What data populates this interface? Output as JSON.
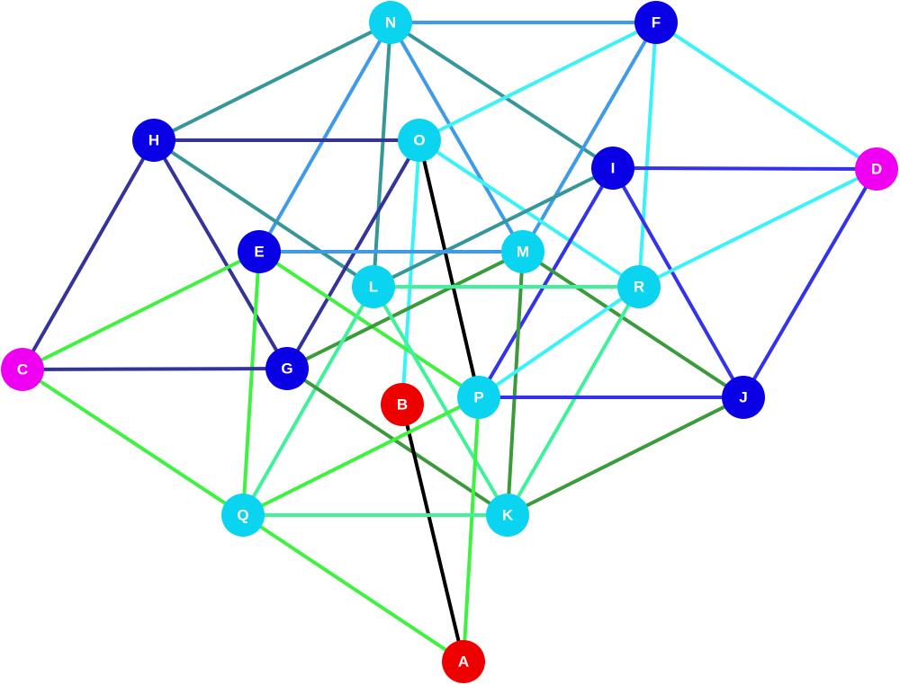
{
  "graph": {
    "nodes": [
      {
        "id": "N",
        "label": "N",
        "color": "#0bd4f0"
      },
      {
        "id": "F",
        "label": "F",
        "color": "#0a00e6"
      },
      {
        "id": "H",
        "label": "H",
        "color": "#0a00e6"
      },
      {
        "id": "O",
        "label": "O",
        "color": "#0bd4f0"
      },
      {
        "id": "I",
        "label": "I",
        "color": "#0a00e6"
      },
      {
        "id": "D",
        "label": "D",
        "color": "#f000f0"
      },
      {
        "id": "E",
        "label": "E",
        "color": "#0a00e6"
      },
      {
        "id": "M",
        "label": "M",
        "color": "#0bd4f0"
      },
      {
        "id": "L",
        "label": "L",
        "color": "#0bd4f0"
      },
      {
        "id": "R",
        "label": "R",
        "color": "#0bd4f0"
      },
      {
        "id": "C",
        "label": "C",
        "color": "#f000f0"
      },
      {
        "id": "G",
        "label": "G",
        "color": "#0a00e6"
      },
      {
        "id": "B",
        "label": "B",
        "color": "#ee0000"
      },
      {
        "id": "P",
        "label": "P",
        "color": "#0bd4f0"
      },
      {
        "id": "J",
        "label": "J",
        "color": "#0a00e6"
      },
      {
        "id": "Q",
        "label": "Q",
        "color": "#0bd4f0"
      },
      {
        "id": "K",
        "label": "K",
        "color": "#0bd4f0"
      },
      {
        "id": "A",
        "label": "A",
        "color": "#ee0000"
      }
    ],
    "edges": [
      {
        "from": "N",
        "to": "F",
        "color": "#3f9be8"
      },
      {
        "from": "N",
        "to": "H",
        "color": "#35979a"
      },
      {
        "from": "N",
        "to": "E",
        "color": "#3f9be8"
      },
      {
        "from": "N",
        "to": "L",
        "color": "#35979a"
      },
      {
        "from": "N",
        "to": "M",
        "color": "#3f9be8"
      },
      {
        "from": "N",
        "to": "I",
        "color": "#35979a"
      },
      {
        "from": "F",
        "to": "O",
        "color": "#39f3f8"
      },
      {
        "from": "F",
        "to": "M",
        "color": "#3f9be8"
      },
      {
        "from": "F",
        "to": "R",
        "color": "#39f3f8"
      },
      {
        "from": "F",
        "to": "D",
        "color": "#39f3f8"
      },
      {
        "from": "H",
        "to": "O",
        "color": "#333399"
      },
      {
        "from": "H",
        "to": "C",
        "color": "#333399"
      },
      {
        "from": "H",
        "to": "G",
        "color": "#333399"
      },
      {
        "from": "H",
        "to": "L",
        "color": "#35979a"
      },
      {
        "from": "O",
        "to": "G",
        "color": "#333399"
      },
      {
        "from": "O",
        "to": "P",
        "color": "#000000"
      },
      {
        "from": "O",
        "to": "B",
        "color": "#39f3f8"
      },
      {
        "from": "O",
        "to": "R",
        "color": "#39f3f8"
      },
      {
        "from": "I",
        "to": "D",
        "color": "#3333ee"
      },
      {
        "from": "I",
        "to": "L",
        "color": "#35979a"
      },
      {
        "from": "I",
        "to": "P",
        "color": "#3333ee"
      },
      {
        "from": "I",
        "to": "J",
        "color": "#3333ee"
      },
      {
        "from": "D",
        "to": "R",
        "color": "#39f3f8"
      },
      {
        "from": "D",
        "to": "J",
        "color": "#3333ee"
      },
      {
        "from": "E",
        "to": "M",
        "color": "#3f9be8"
      },
      {
        "from": "E",
        "to": "C",
        "color": "#3ff23f"
      },
      {
        "from": "E",
        "to": "Q",
        "color": "#3ff23f"
      },
      {
        "from": "E",
        "to": "P",
        "color": "#3ff23f"
      },
      {
        "from": "M",
        "to": "G",
        "color": "#3b9a3b"
      },
      {
        "from": "M",
        "to": "K",
        "color": "#3b9a3b"
      },
      {
        "from": "M",
        "to": "J",
        "color": "#3b9a3b"
      },
      {
        "from": "L",
        "to": "R",
        "color": "#3ff29a"
      },
      {
        "from": "L",
        "to": "Q",
        "color": "#3ff29a"
      },
      {
        "from": "L",
        "to": "K",
        "color": "#3ff29a"
      },
      {
        "from": "R",
        "to": "P",
        "color": "#39f3f8"
      },
      {
        "from": "R",
        "to": "K",
        "color": "#3ff29a"
      },
      {
        "from": "C",
        "to": "G",
        "color": "#333399"
      },
      {
        "from": "C",
        "to": "Q",
        "color": "#3ff23f"
      },
      {
        "from": "G",
        "to": "K",
        "color": "#3b9a3b"
      },
      {
        "from": "B",
        "to": "A",
        "color": "#000000"
      },
      {
        "from": "P",
        "to": "J",
        "color": "#3333ee"
      },
      {
        "from": "P",
        "to": "Q",
        "color": "#3ff23f"
      },
      {
        "from": "P",
        "to": "A",
        "color": "#3ff23f"
      },
      {
        "from": "J",
        "to": "K",
        "color": "#3b9a3b"
      },
      {
        "from": "Q",
        "to": "K",
        "color": "#3ff29a"
      },
      {
        "from": "Q",
        "to": "A",
        "color": "#3ff23f"
      }
    ]
  }
}
